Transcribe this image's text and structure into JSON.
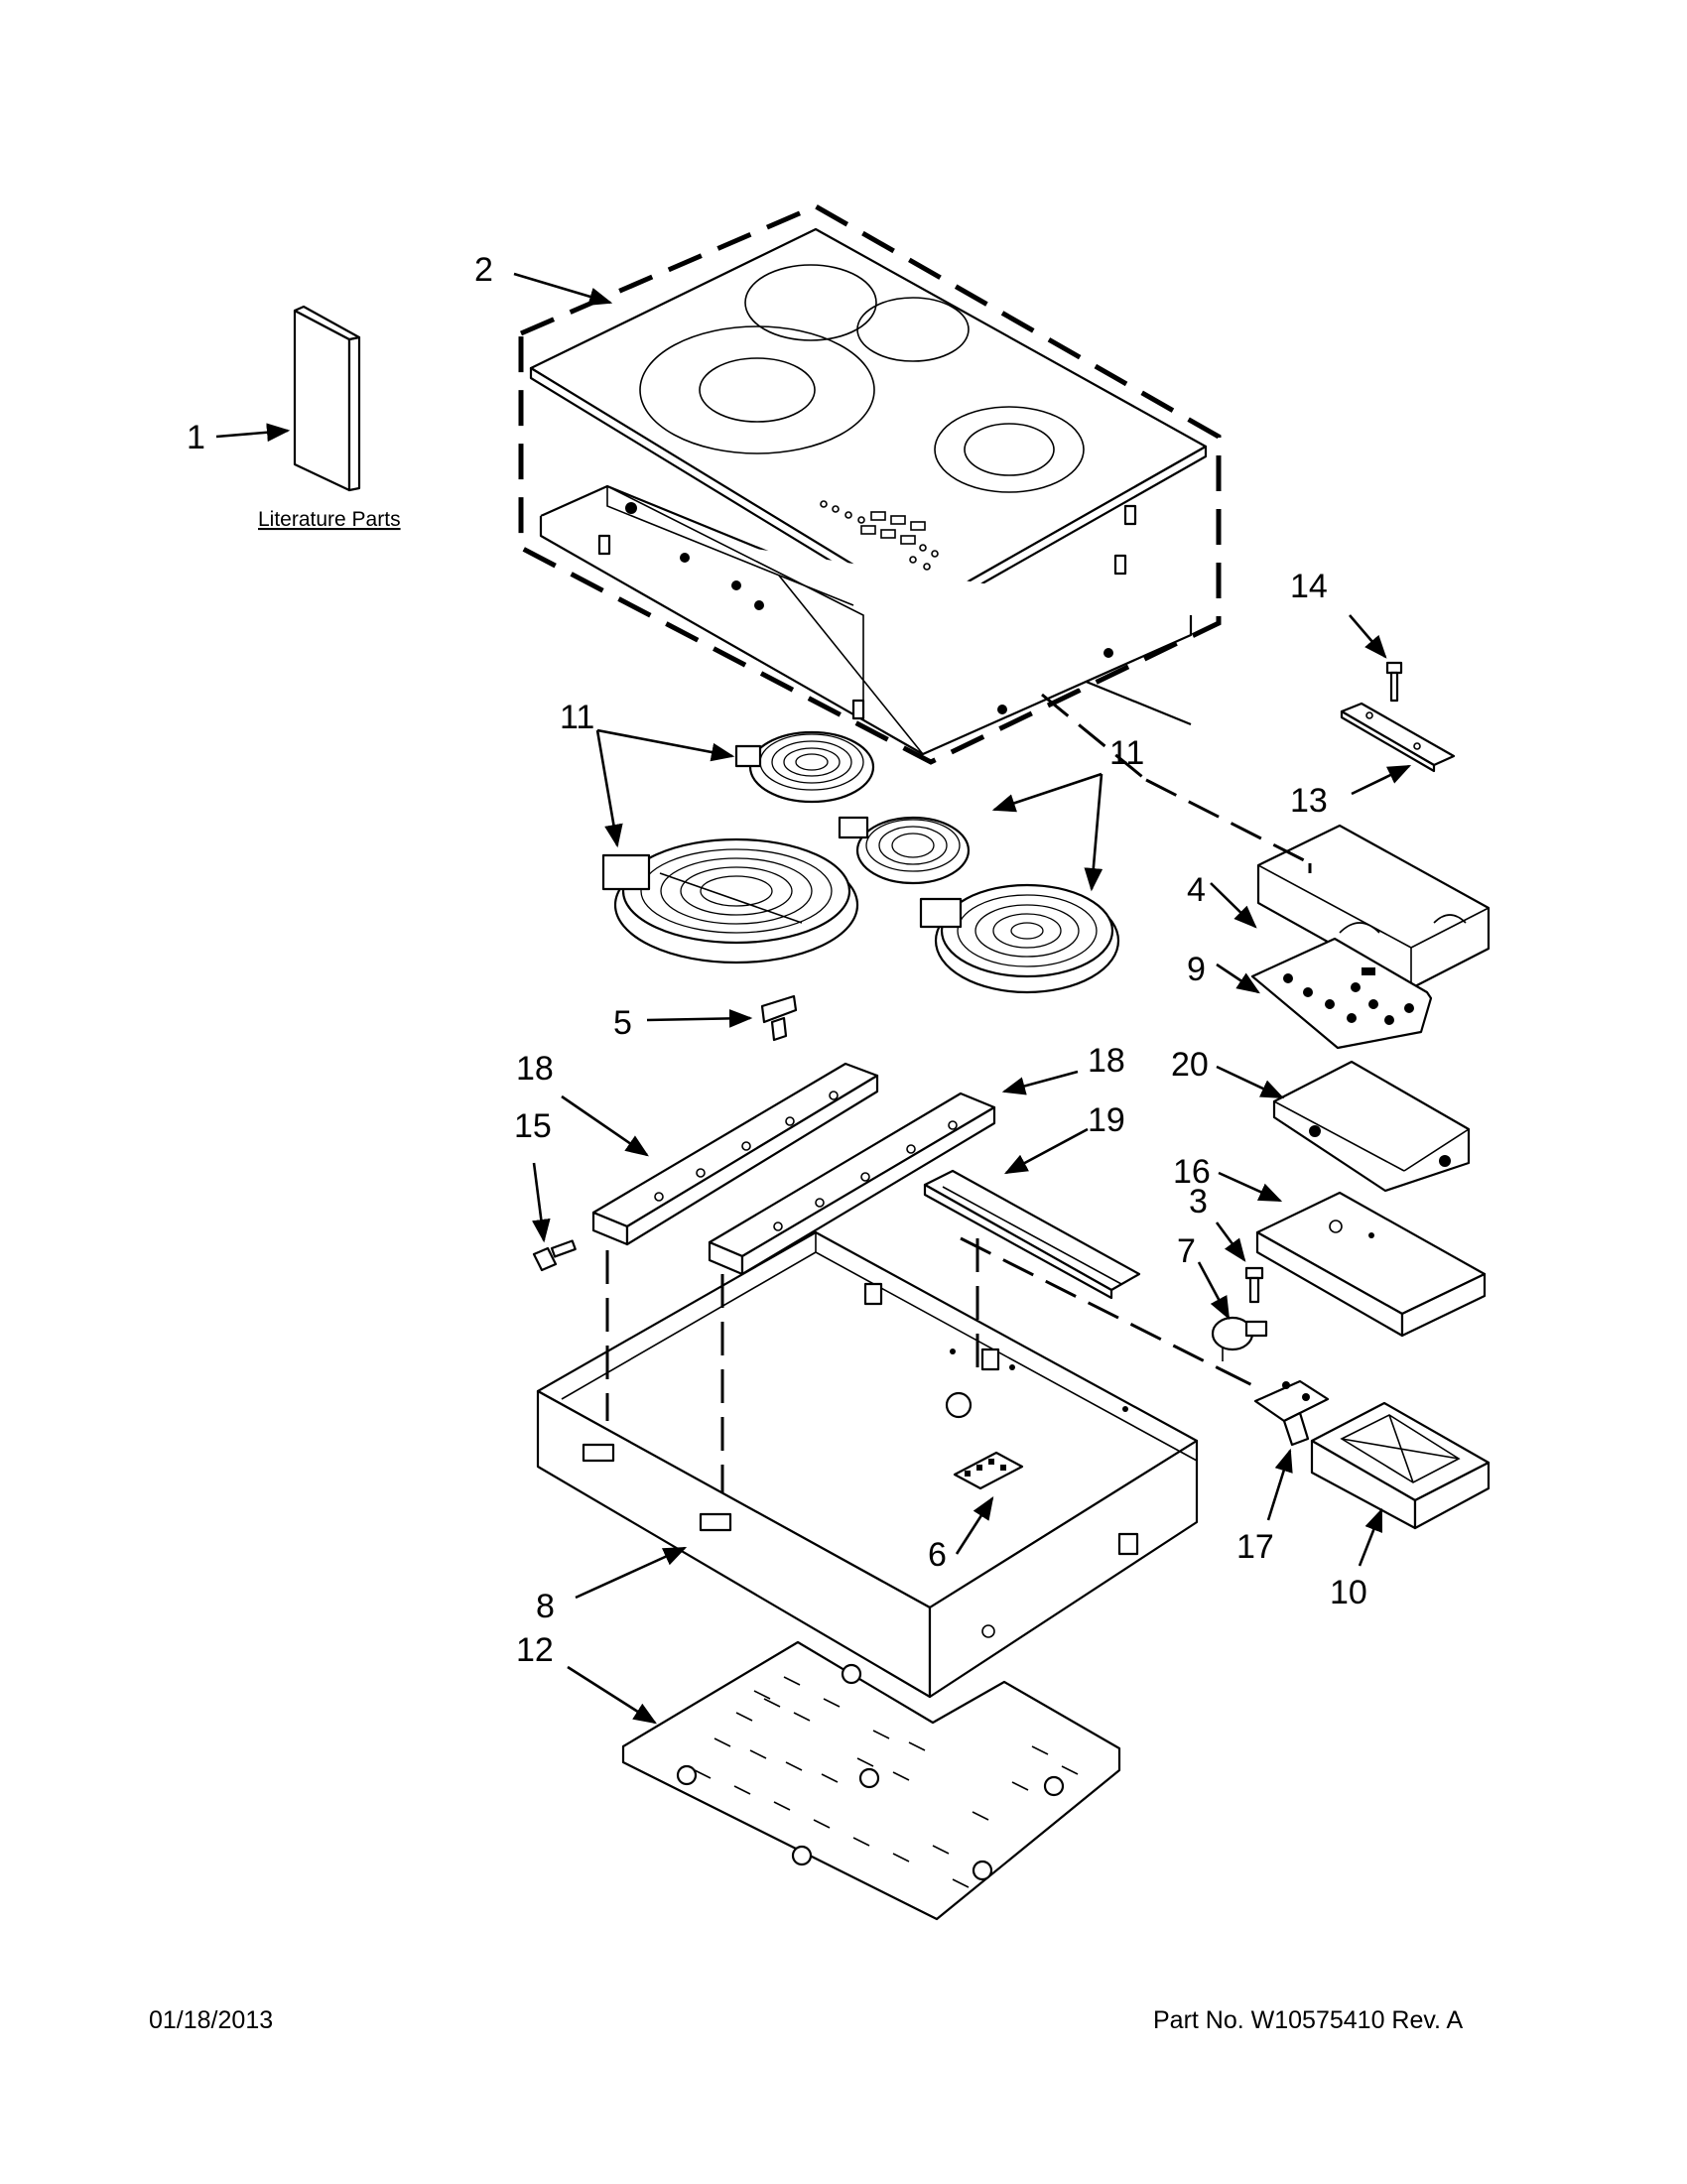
{
  "diagram": {
    "literature_label": "Literature Parts",
    "callouts": {
      "p1": "1",
      "p2": "2",
      "p3": "3",
      "p4": "4",
      "p5": "5",
      "p6": "6",
      "p7": "7",
      "p8": "8",
      "p9": "9",
      "p10": "10",
      "p11a": "11",
      "p11b": "11",
      "p12": "12",
      "p13": "13",
      "p14": "14",
      "p15": "15",
      "p16": "16",
      "p17": "17",
      "p18a": "18",
      "p18b": "18",
      "p19": "19",
      "p20": "20"
    }
  },
  "footer": {
    "date": "01/18/2013",
    "part_number": "Part No.  W10575410  Rev.  A"
  }
}
